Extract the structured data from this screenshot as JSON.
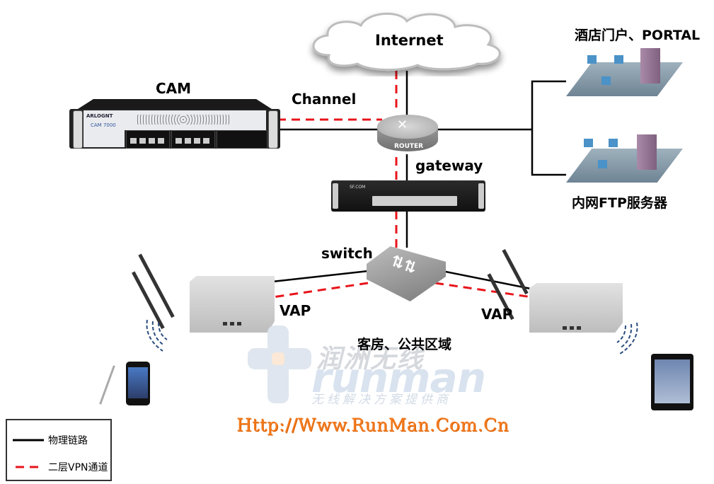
{
  "title": "CAM VPN channel network topology",
  "nodes": {
    "internet": "Internet",
    "cam": "CAM",
    "cam_device_label": "CAM 7000",
    "cam_brand": "ARLOGNT",
    "channel": "Channel",
    "router_label": "ROUTER",
    "gateway": "gateway",
    "switch": "switch",
    "vap_left": "VAP",
    "vap_right": "VAP",
    "portal": "酒店门户、PORTAL",
    "ftp": "内网FTP服务器",
    "area": "客房、公共区域"
  },
  "legend": {
    "items": [
      {
        "label": "物理链路",
        "style": "solid",
        "color": "#000000"
      },
      {
        "label": "二层VPN通道",
        "style": "dashed",
        "color": "#e8141b"
      }
    ]
  },
  "watermark": {
    "cn": "润洲无线",
    "en": "runman",
    "sub": "无线解决方案提供商",
    "url": "Http://Www.RunMan.Com.Cn"
  },
  "colors": {
    "physical_link": "#000000",
    "vpn_tunnel": "#e8141b",
    "url": "#f47c20"
  }
}
